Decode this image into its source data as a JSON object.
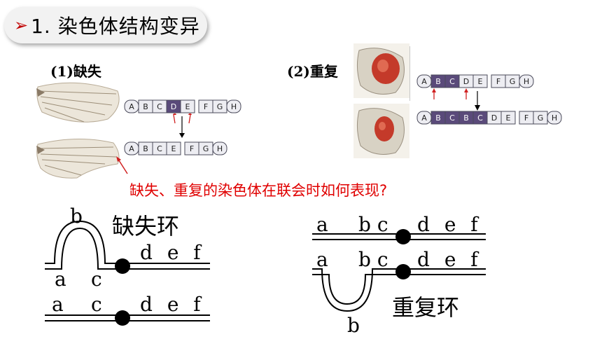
{
  "slide": {
    "title_marker": "➢",
    "title": "1. 染色体结构变异",
    "deletion_label": "(1)缺失",
    "duplication_label": "(2)重复",
    "question": "缺失、重复的染色体在联会时如何表现?",
    "deletion_loop_label": "缺失环",
    "duplication_loop_label": "重复环"
  },
  "chromosomes": {
    "deletion_normal": [
      "A",
      "B",
      "C",
      "D",
      "E",
      "F",
      "G",
      "H"
    ],
    "deletion_mutant": [
      "A",
      "B",
      "C",
      "E",
      "F",
      "G",
      "H"
    ],
    "duplication_normal": [
      "A",
      "B",
      "C",
      "D",
      "E",
      "F",
      "G",
      "H"
    ],
    "duplication_mutant": [
      "A",
      "B",
      "C",
      "B",
      "C",
      "D",
      "E",
      "F",
      "G",
      "H"
    ]
  },
  "pairing_letters": {
    "deletion_top": {
      "loop": "b",
      "left": "a",
      "under": "c",
      "right": "d e f"
    },
    "deletion_bottom": {
      "left": "a",
      "mid": "c",
      "right": "d e f"
    },
    "duplication_top": {
      "left": "a",
      "mid": "b c",
      "right": "d e f"
    },
    "duplication_bottom": {
      "left": "a",
      "mid": "b c",
      "right": "d e f",
      "loop": "b"
    }
  },
  "colors": {
    "title_marker": "#c00000",
    "question": "#e00000",
    "highlight": "#5a4a7a",
    "arrow_red": "#d02020"
  }
}
